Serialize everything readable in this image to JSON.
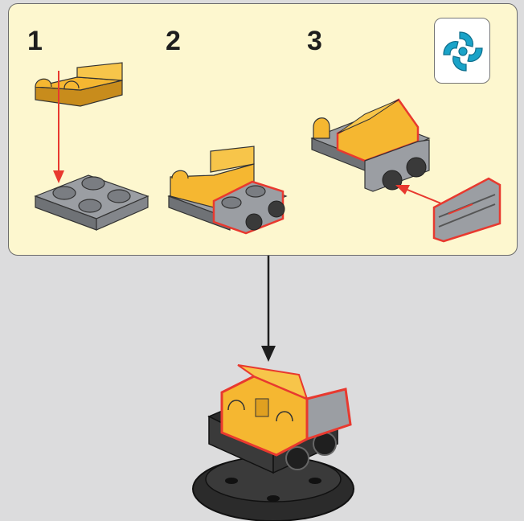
{
  "steps": [
    {
      "number": "1"
    },
    {
      "number": "2"
    },
    {
      "number": "3"
    }
  ],
  "badge": {
    "icon": "lego-dimensions-logo-icon"
  },
  "colors": {
    "panel_bg": "#fdf7cf",
    "page_bg": "#dcdcdd",
    "brick_yellow": "#f5b731",
    "brick_gray": "#9b9ea3",
    "highlight_red": "#e8392f",
    "logo_teal": "#1aa3c8",
    "base_black": "#1f1f1f"
  }
}
